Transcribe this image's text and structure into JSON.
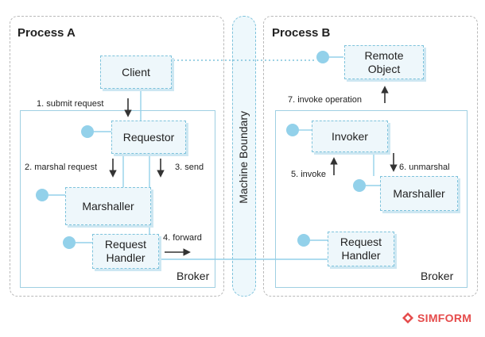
{
  "processes": {
    "a": "Process A",
    "b": "Process B"
  },
  "boundary": "Machine Boundary",
  "broker": {
    "left": "Broker",
    "right": "Broker"
  },
  "components": {
    "client": "Client",
    "remote_object": "Remote Object",
    "requestor": "Requestor",
    "marshaller_left": "Marshaller",
    "request_handler_left": "Request Handler",
    "invoker": "Invoker",
    "marshaller_right": "Marshaller",
    "request_handler_right": "Request Handler"
  },
  "steps": {
    "submit_request": "1. submit request",
    "marshal_request": "2. marshal request",
    "send": "3. send",
    "forward": "4. forward",
    "invoke": "5. invoke",
    "unmarshal": "6. unmarshal",
    "invoke_operation": "7. invoke operation"
  },
  "brand": {
    "name": "SIMFORM",
    "color": "#e54b4b",
    "icon": "simform-logo-icon"
  },
  "colors": {
    "accent": "#93d1ea",
    "box_border": "#7fc3dc",
    "arrow": "#333333",
    "brand": "#e54b4b"
  }
}
